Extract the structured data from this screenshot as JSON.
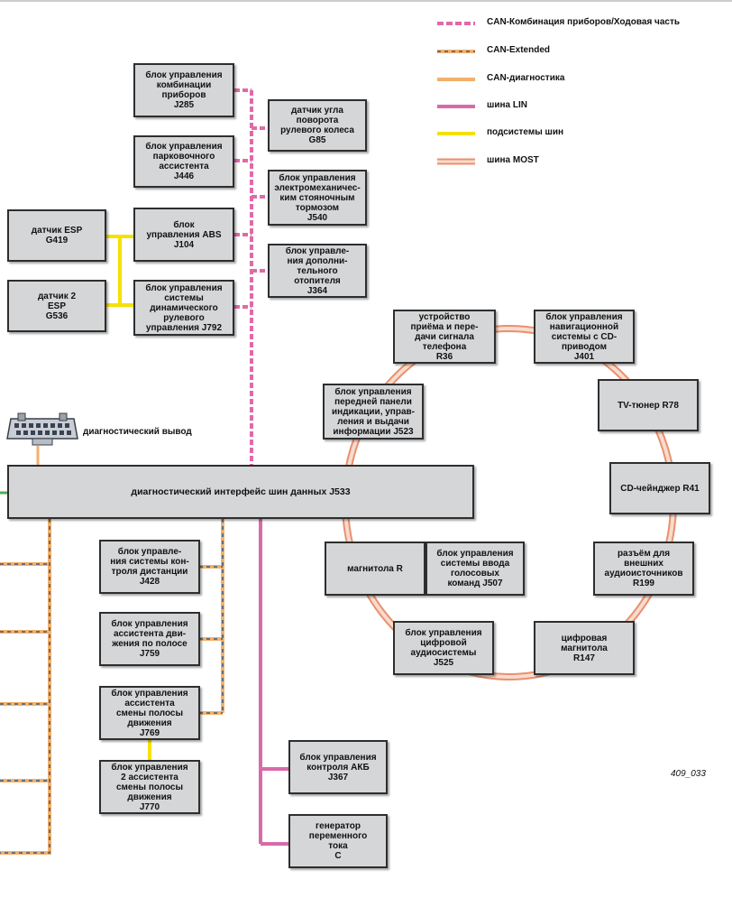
{
  "legend": {
    "can_comfort": "CAN-Комбинация приборов/Ходовая часть",
    "can_extended": "CAN-Extended",
    "can_diag": "CAN-диагностика",
    "lin": "шина LIN",
    "subsystem": "подсистемы шин",
    "most": "шина MOST"
  },
  "colors": {
    "can_comfort": "#e06aa8",
    "can_extended_base": "#f2b06a",
    "can_extended_dash": "#6a6f78",
    "can_diag": "#f2b06a",
    "lin": "#d86aa8",
    "subsystem": "#f5e100",
    "most_outer": "#e89070",
    "most_inner": "#f8dccd"
  },
  "boxes": {
    "j285": "блок управления\nкомбинации\nприборов\nJ285",
    "g85": "датчик угла\nповорота\nрулевого колеса\nG85",
    "j446": "блок управления\nпарковочного\nассистента\nJ446",
    "j540": "блок управления\nэлектромеханичес-\nким стояночным\nтормозом\nJ540",
    "g419": "датчик ESP\nG419",
    "j104": "блок\nуправления ABS\nJ104",
    "g536": "датчик 2\nESP\nG536",
    "j792": "блок управления\nсистемы\nдинамического\nрулевого\nуправления J792",
    "j364": "блок управле-\nния дополни-\nтельного\nотопителя\nJ364",
    "r36": "устройство\nприёма и пере-\nдачи сигнала\nтелефона\nR36",
    "j401": "блок управления\nнавигационной\nсистемы с CD-\nприводом\nJ401",
    "j523": "блок управления\nпередней панели\nиндикации, управ-\nления и выдачи\nинформации J523",
    "r78": "TV-тюнер R78",
    "j533": "диагностический интерфейс шин данных J533",
    "r41": "CD-чейнджер R41",
    "j428": "блок управле-\nния системы кон-\nтроля дистанции\nJ428",
    "r": "магнитола R",
    "j507": "блок управления\nсистемы ввода\nголосовых\nкоманд J507",
    "r199": "разъём для\nвнешних\nаудиоисточников\nR199",
    "j759": "блок управления\nассистента дви-\nжения по полосе\nJ759",
    "j525": "блок управления\nцифровой\nаудиосистемы\nJ525",
    "r147": "цифровая\nмагнитола\nR147",
    "j769": "блок управления\nассистента\nсмены полосы\nдвижения\nJ769",
    "j770": "блок управления\n2 ассистента\nсмены полосы\nдвижения\nJ770",
    "j367": "блок управления\nконтроля АКБ\nJ367",
    "c": "генератор\nпеременного\nтока\nC"
  },
  "diag_port_label": "диагностический вывод",
  "figure_id": "409_033"
}
